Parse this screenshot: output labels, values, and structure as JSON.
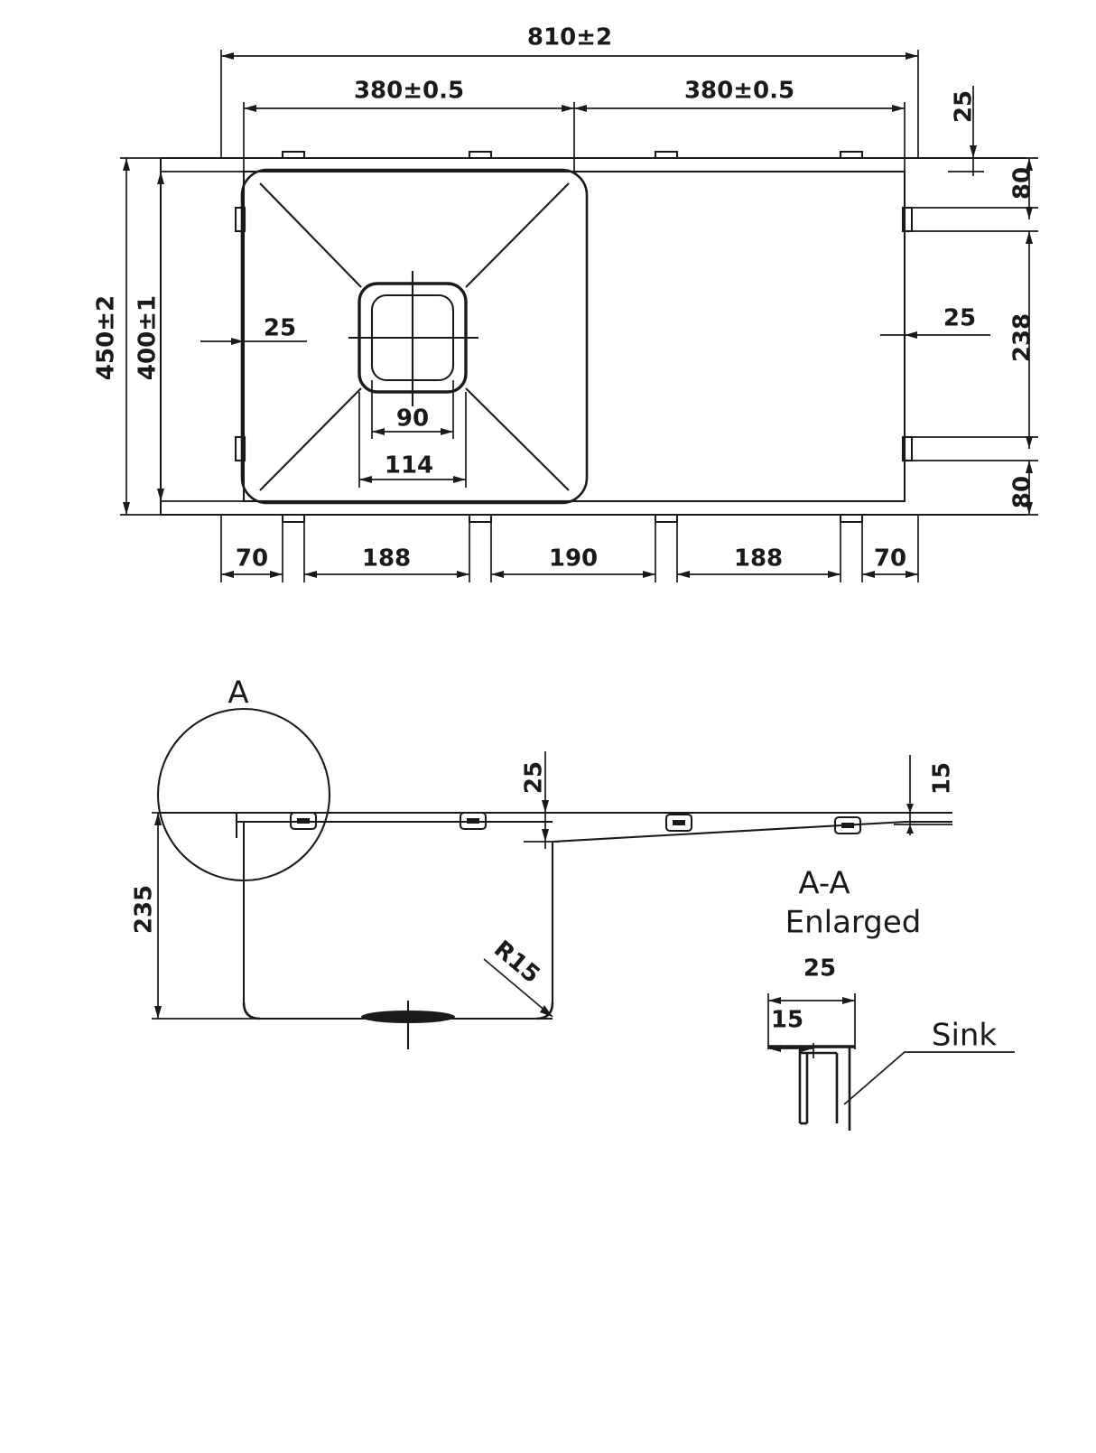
{
  "drawing": {
    "type": "technical-engineering-drawing",
    "subject": "Undermount kitchen sink cutout specification",
    "units": "mm",
    "line_color": "#1a1a1a",
    "background_color": "#ffffff"
  },
  "plan_view": {
    "name": "top-plan-view",
    "overall_width": "810±2",
    "overall_height": "450±2",
    "inner_width_left": "380±0.5",
    "inner_width_right": "380±0.5",
    "inner_height": "400±1",
    "left_offset_label": "25",
    "right_offset_label": "25",
    "top_offset_label": "25",
    "drain_inner": "90",
    "drain_outer": "114",
    "right_chain": [
      "80",
      "238",
      "80"
    ],
    "bottom_chain": [
      "70",
      "188",
      "190",
      "188",
      "70"
    ]
  },
  "section_view": {
    "name": "front-section-view",
    "detail_marker": "A",
    "depth": "235",
    "rim_left": "25",
    "rim_right": "15",
    "corner_radius": "R15"
  },
  "enlarged_detail": {
    "name": "a-a-enlarged-detail",
    "title_line1": "A-A",
    "title_line2": "Enlarged",
    "width": "25",
    "lip": "15",
    "callout": "Sink"
  }
}
